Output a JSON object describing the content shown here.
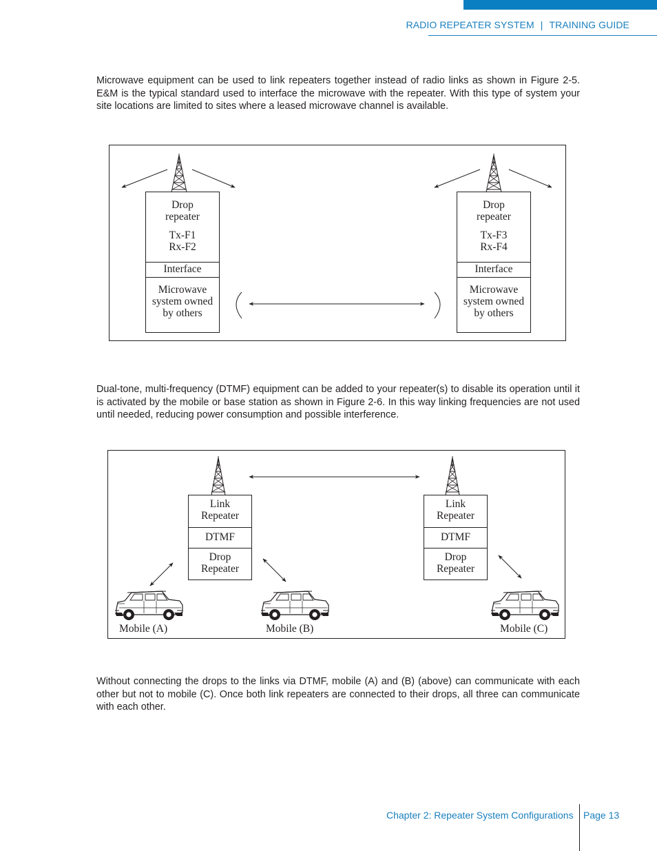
{
  "header": {
    "left": "RADIO REPEATER SYSTEM",
    "separator": "|",
    "right": "TRAINING GUIDE"
  },
  "paragraphs": {
    "p1": "Microwave equipment can be used to link repeaters together instead of radio links as shown in Figure 2-5.  E&M is the typical standard used to interface the microwave with the repeater.  With this type of system your site locations are limited to sites where a leased microwave channel is available.",
    "p2": "Dual-tone, multi-frequency (DTMF) equipment can be added to your repeater(s) to disable its operation until it is activated by the mobile or base station as shown in Figure 2-6.  In this way linking frequencies are not used until needed, reducing power consumption and possible interference.",
    "p3": "Without connecting the drops to the links via DTMF, mobile (A) and (B) (above) can communicate with each other but not to mobile (C).  Once both link repeaters are connected to their drops, all three can communicate with each other."
  },
  "figure1": {
    "left": {
      "drop": "Drop",
      "repeater": "repeater",
      "tx": "Tx-F1",
      "rx": "Rx-F2",
      "interface": "Interface",
      "mw1": "Microwave",
      "mw2": "system owned",
      "mw3": "by others"
    },
    "right": {
      "drop": "Drop",
      "repeater": "repeater",
      "tx": "Tx-F3",
      "rx": "Rx-F4",
      "interface": "Interface",
      "mw1": "Microwave",
      "mw2": "system owned",
      "mw3": "by others"
    }
  },
  "figure2": {
    "left": {
      "link1": "Link",
      "link2": "Repeater",
      "dtmf": "DTMF",
      "drop1": "Drop",
      "drop2": "Repeater"
    },
    "right": {
      "link1": "Link",
      "link2": "Repeater",
      "dtmf": "DTMF",
      "drop1": "Drop",
      "drop2": "Repeater"
    },
    "mobiles": {
      "a": "Mobile (A)",
      "b": "Mobile (B)",
      "c": "Mobile (C)"
    }
  },
  "footer": {
    "chapter": "Chapter 2: Repeater System Configurations",
    "page": "Page 13"
  },
  "icons": [
    "radio-tower-icon",
    "vehicle-icon",
    "double-arrow-icon"
  ],
  "colors": {
    "accent": "#0a7fc2",
    "text": "#231f20"
  }
}
